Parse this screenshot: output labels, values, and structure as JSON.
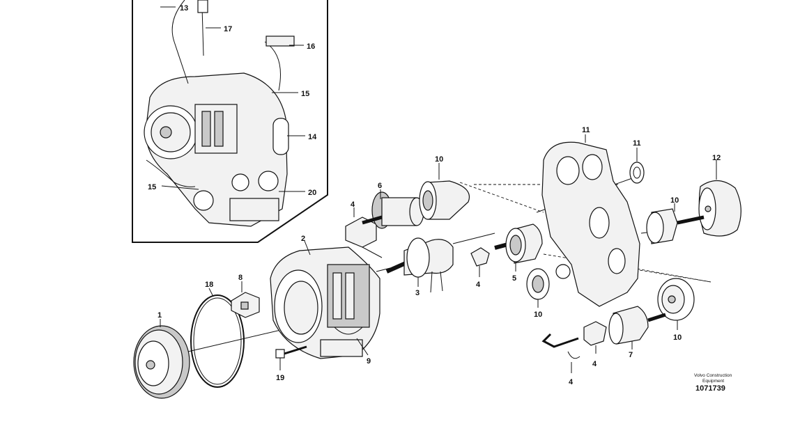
{
  "callouts": {
    "c13": "13",
    "c17": "17",
    "c16": "16",
    "c15a": "15",
    "c14": "14",
    "c15b": "15",
    "c20": "20",
    "c11a": "11",
    "c11b": "11",
    "c12": "12",
    "c10a": "10",
    "c10b": "10",
    "c10c": "10",
    "c10d": "10",
    "c6": "6",
    "c4a": "4",
    "c4b": "4",
    "c4c": "4",
    "c4d": "4",
    "c2": "2",
    "c3": "3",
    "c5": "5",
    "c8": "8",
    "c18": "18",
    "c1": "1",
    "c9": "9",
    "c19": "19",
    "c7": "7"
  },
  "footer": {
    "brand_line1": "Volvo Construction",
    "brand_line2": "Equipment",
    "reference": "1071739"
  }
}
